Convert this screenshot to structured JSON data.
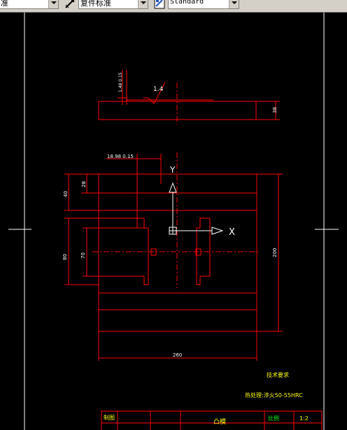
{
  "toolbar": {
    "text_style_value": "准",
    "dim_style_value": "复件标准",
    "table_style_value": "Standard"
  },
  "drawing": {
    "ra_value": "1.4",
    "top_tol_label": "1.48 0.15",
    "top_dim_right": "38",
    "horiz_dim_label": "18.98 0.15",
    "left_dim_outer": "40",
    "left_dim_inner": "28",
    "left_dim_mid_a": "80",
    "left_dim_mid_b": "70",
    "right_dim": "200",
    "bottom_dim": "260",
    "ucs_x": "X",
    "ucs_y": "Y",
    "tech_req_title": "技术要求",
    "tech_req_line": "热处理:淬火50-55HRC",
    "title_cell_draw": "制图",
    "title_cell_scale_label": "比例",
    "title_cell_scale_value": "1:2",
    "title_cell_name": "凸模"
  }
}
